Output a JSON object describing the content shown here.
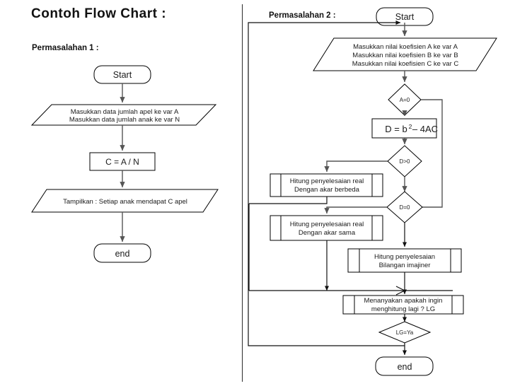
{
  "page": {
    "title": "Contoh Flow Chart :",
    "left_section_label": "Permasalahan 1 :",
    "right_section_label": "Permasalahan 2 :"
  },
  "colors": {
    "shape_stroke": "#000000",
    "connector": "#555555",
    "text": "#1a1a1a",
    "divider": "#2b2b2b",
    "background": "#ffffff"
  },
  "chart_data": {
    "type": "diagram",
    "title": "Contoh Flow Chart :",
    "diagrams": [
      {
        "name": "Permasalahan 1",
        "label": "Permasalahan 1 :",
        "nodes": [
          {
            "id": "p1-start",
            "shape": "terminator",
            "text": "Start"
          },
          {
            "id": "p1-input",
            "shape": "parallelogram",
            "lines": [
              "Masukkan data jumlah apel ke var A",
              "Masukkan data jumlah anak ke var N"
            ]
          },
          {
            "id": "p1-proc",
            "shape": "process",
            "text": "C = A / N"
          },
          {
            "id": "p1-output",
            "shape": "parallelogram",
            "lines": [
              "Tampilkan : Setiap anak mendapat C apel"
            ]
          },
          {
            "id": "p1-end",
            "shape": "terminator",
            "text": "end"
          }
        ],
        "edges": [
          {
            "from": "p1-start",
            "to": "p1-input"
          },
          {
            "from": "p1-input",
            "to": "p1-proc"
          },
          {
            "from": "p1-proc",
            "to": "p1-output"
          },
          {
            "from": "p1-output",
            "to": "p1-end"
          }
        ]
      },
      {
        "name": "Permasalahan 2",
        "label": "Permasalahan 2 :",
        "nodes": [
          {
            "id": "p2-start",
            "shape": "terminator",
            "text": "Start"
          },
          {
            "id": "p2-input",
            "shape": "parallelogram",
            "lines": [
              "Masukkan nilai koefisien A ke var A",
              "Masukkan nilai koefisien B ke var B",
              "Masukkan nilai koefisien C ke var C"
            ]
          },
          {
            "id": "p2-a0",
            "shape": "decision",
            "text": "A=0"
          },
          {
            "id": "p2-disc",
            "shape": "process",
            "text": "D = b² – 4AC",
            "text_base": "D =  b",
            "text_sup": "2",
            "text_tail": "– 4AC"
          },
          {
            "id": "p2-dgt0",
            "shape": "decision",
            "text": "D>0"
          },
          {
            "id": "p2-real2",
            "shape": "predefined",
            "lines": [
              "Hitung penyelesaian real",
              "Dengan akar berbeda"
            ]
          },
          {
            "id": "p2-deq0",
            "shape": "decision",
            "text": "D=0"
          },
          {
            "id": "p2-real1",
            "shape": "predefined",
            "lines": [
              "Hitung penyelesaian real",
              "Dengan akar sama"
            ]
          },
          {
            "id": "p2-imaj",
            "shape": "predefined",
            "lines": [
              "Hitung penyelesaian",
              "Bilangan imajiner"
            ]
          },
          {
            "id": "p2-again",
            "shape": "predefined",
            "lines": [
              "Menanyakan apakah ingin",
              "menghitung lagi ? LG"
            ]
          },
          {
            "id": "p2-lg",
            "shape": "decision",
            "text": "LG=Ya"
          },
          {
            "id": "p2-end",
            "shape": "terminator",
            "text": "end"
          }
        ],
        "edges": [
          {
            "from": "p2-start",
            "to": "p2-input"
          },
          {
            "from": "p2-input",
            "to": "p2-a0"
          },
          {
            "from": "p2-a0",
            "to": "p2-disc"
          },
          {
            "from": "p2-a0",
            "to": "p2-deq0",
            "branch": "right"
          },
          {
            "from": "p2-disc",
            "to": "p2-dgt0"
          },
          {
            "from": "p2-dgt0",
            "to": "p2-real2",
            "branch": "left"
          },
          {
            "from": "p2-dgt0",
            "to": "p2-deq0"
          },
          {
            "from": "p2-deq0",
            "to": "p2-real1",
            "branch": "left"
          },
          {
            "from": "p2-deq0",
            "to": "p2-imaj"
          },
          {
            "from": "p2-real2",
            "to": "p2-again"
          },
          {
            "from": "p2-real1",
            "to": "p2-again"
          },
          {
            "from": "p2-imaj",
            "to": "p2-again"
          },
          {
            "from": "p2-again",
            "to": "p2-lg"
          },
          {
            "from": "p2-lg",
            "to": "p2-end"
          },
          {
            "from": "p2-lg",
            "to": "p2-start",
            "branch": "loop-back"
          }
        ]
      }
    ]
  }
}
